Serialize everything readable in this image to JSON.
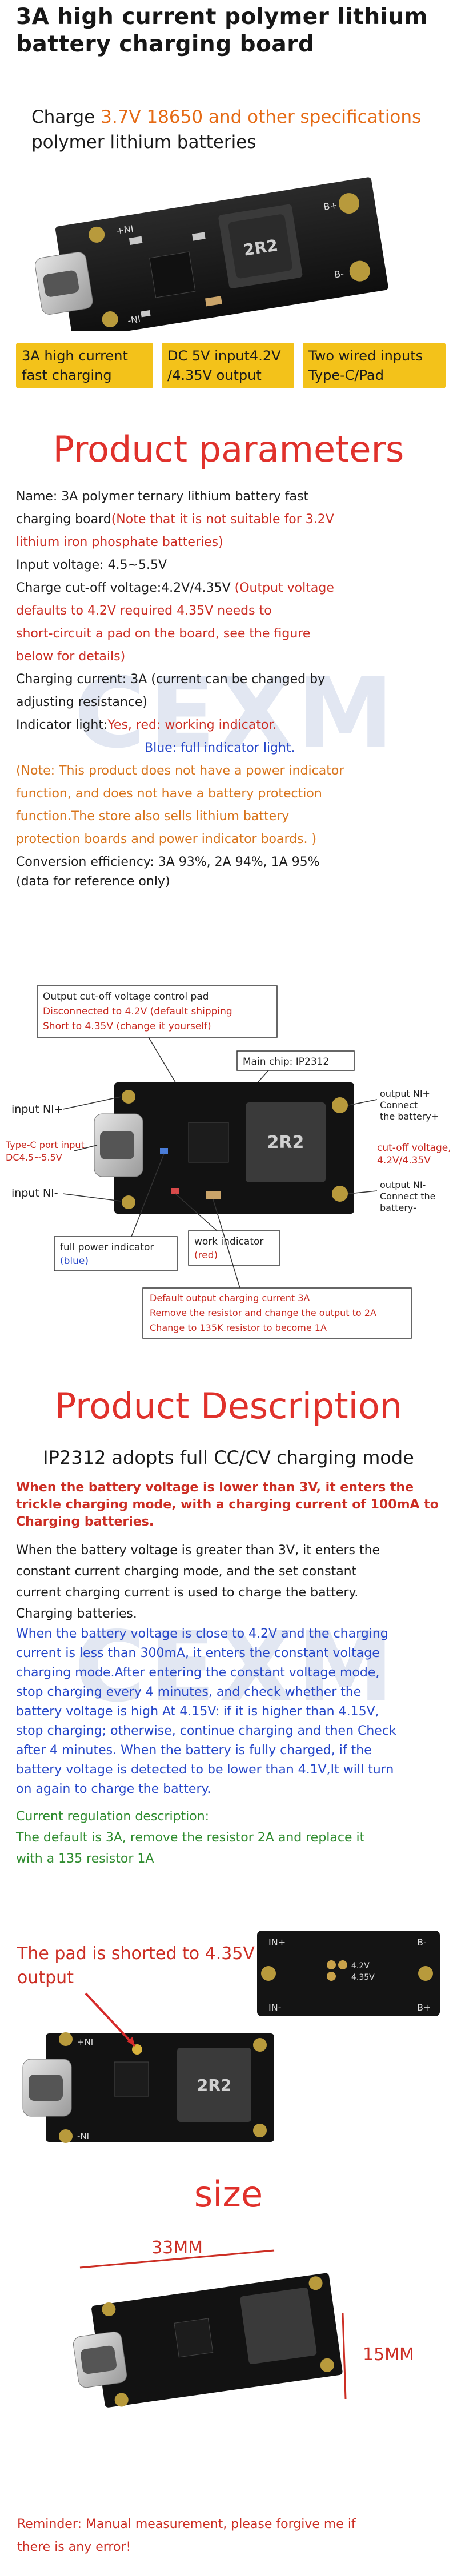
{
  "header": {
    "title_line1": "3A high current polymer lithium",
    "title_line2": "battery charging board",
    "subtitle_prefix": "Charge ",
    "subtitle_accent": "3.7V 18650 and other specifications",
    "subtitle_line2": "polymer lithium batteries"
  },
  "board": {
    "chip_label": "2R2",
    "pin_in_plus": "+NI",
    "pin_in_minus": "-NI",
    "pin_b_plus": "B+",
    "pin_b_minus": "B-"
  },
  "tags": [
    {
      "line1": "3A high current",
      "line2": "fast charging"
    },
    {
      "line1": "DC 5V input4.2V",
      "line2": "/4.35V output"
    },
    {
      "line1": "Two wired inputs",
      "line2": "Type-C/Pad"
    }
  ],
  "params": {
    "section_title": "Product parameters",
    "name_label": "Name: 3A polymer ternary lithium battery fast",
    "name_label_2": "charging board",
    "name_note": "(Note that it is not suitable for 3.2V",
    "name_note_2": "lithium iron phosphate batteries)",
    "input_voltage": "Input voltage: 4.5~5.5V",
    "cutoff_label": "Charge cut-off voltage:4.2V/4.35V ",
    "cutoff_note_1": "(Output voltage",
    "cutoff_note_2": "defaults to 4.2V required 4.35V needs to",
    "cutoff_note_3": "short-circuit a pad on the board, see the figure",
    "cutoff_note_4": "below for details)",
    "current_1": "Charging current: 3A (current can be changed by",
    "current_2": "adjusting resistance)",
    "indicator_label": "Indicator light:",
    "indicator_red": "Yes, red: working indicator.",
    "indicator_blue": "Blue: full indicator light.",
    "note_1": "(Note: This product does not have a power indicator",
    "note_2": "function, and does not have a battery protection",
    "note_3": "function.The store also sells lithium battery",
    "note_4": "protection boards and power indicator boards. )",
    "efficiency_1": "Conversion efficiency: 3A 93%, 2A 94%, 1A 95%",
    "efficiency_2": "(data for reference only)"
  },
  "watermark": "CEXM",
  "diagram": {
    "cutoff_pad_1": "Output cut-off voltage control pad",
    "cutoff_pad_2": "Disconnected to 4.2V (default shipping",
    "cutoff_pad_3": "Short to 4.35V (change it yourself)",
    "main_chip": "Main chip: IP2312",
    "input_plus": "input NI+",
    "typec_1": "Type-C port input",
    "typec_2": "DC4.5~5.5V",
    "input_minus": "input NI-",
    "out_plus_1": "output NI+",
    "out_plus_2": "Connect",
    "out_plus_3": "the battery+",
    "cutoff_v_1": "cut-off voltage,",
    "cutoff_v_2": "4.2V/4.35V",
    "out_minus_1": "output NI-",
    "out_minus_2": "Connect the",
    "out_minus_3": "battery-",
    "full_ind_1": "full power indicator",
    "full_ind_2": "(blue)",
    "work_ind_1": "work indicator",
    "work_ind_2": "(red)",
    "default_1": "Default output charging current 3A",
    "default_2": "Remove the resistor and change the output to 2A",
    "default_3": "Change to 135K resistor to become 1A"
  },
  "description": {
    "section_title": "Product Description",
    "heading": "IP2312 adopts full CC/CV charging mode",
    "p1_1": "When the battery voltage is lower than 3V, it enters the",
    "p1_2": "trickle charging mode, with a charging current of 100mA to",
    "p1_3": "Charging batteries.",
    "p2_1": "When the battery voltage is greater than 3V, it enters the",
    "p2_2": "constant current charging mode, and the set constant",
    "p2_3": "current charging current is used to charge the battery.",
    "p2_4": "Charging batteries.",
    "p3_1": "When the battery voltage is close to 4.2V and the charging",
    "p3_2": "current is less than 300mA, it enters the constant voltage",
    "p3_3": "charging mode.After entering the constant voltage mode,",
    "p3_4": "stop charging every 4 minutes, and check whether the",
    "p3_5": "battery voltage is high At 4.15V: if it is higher than 4.15V,",
    "p3_6": "stop charging; otherwise, continue charging and then Check",
    "p3_7": " after 4 minutes. When the battery is fully charged, if the",
    "p3_8": "battery voltage is detected to be lower than 4.1V,It will turn",
    "p3_9": " on again to charge the battery.",
    "reg_title": "Current regulation description:",
    "reg_1": "The default is 3A, remove the resistor 2A and replace it",
    "reg_2": "with a 135 resistor 1A"
  },
  "pad": {
    "caption_1": "The pad is shorted to 4.35V",
    "caption_2": "output",
    "label_42": "4.2V",
    "label_435": "4.35V",
    "in_plus": "IN+",
    "in_minus": "IN-"
  },
  "size": {
    "section_title": "size",
    "length": "33MM",
    "width": "15MM",
    "reminder_1": "Reminder: Manual measurement, please forgive me if",
    "reminder_2": "there is any error!"
  }
}
